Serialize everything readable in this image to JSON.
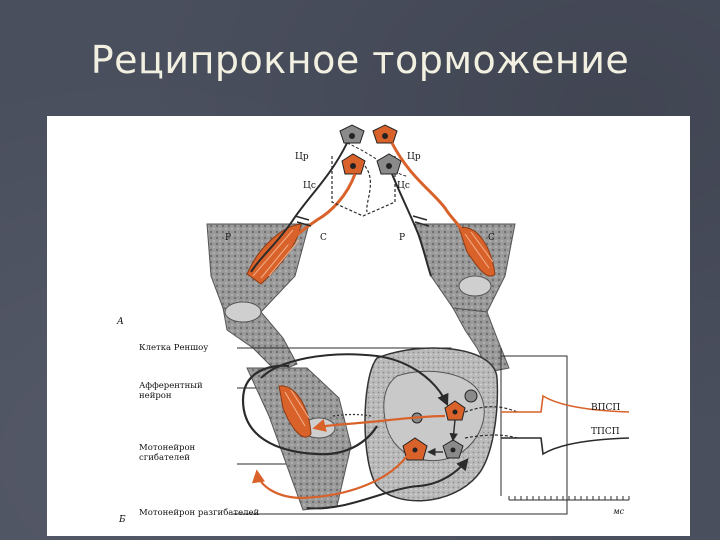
{
  "slide": {
    "title": "Реципрокное торможение"
  },
  "panel_a": {
    "label": "А",
    "left_leg": {
      "upper_neuron": "Цр",
      "lower_neuron": "Цс",
      "extensor": "Р",
      "flexor": "С"
    },
    "right_leg": {
      "upper_neuron": "Цр",
      "lower_neuron": "Цс",
      "extensor": "Р",
      "flexor": "С"
    }
  },
  "panel_b": {
    "label": "Б",
    "labels": {
      "renshaw": "Клетка Реншоу",
      "afferent": "Афферентный нейрон",
      "flexor_motoneuron": "Мотонейрон сгибателей",
      "extensor_motoneuron": "Мотонейрон разгибателей"
    },
    "traces": {
      "epsp": "ВПСП",
      "ipsp": "ТПСП",
      "time_unit": "мс"
    }
  },
  "colors": {
    "orange": "#d9622b",
    "dark": "#2b2b2b",
    "bone": "#8f8f8f"
  }
}
